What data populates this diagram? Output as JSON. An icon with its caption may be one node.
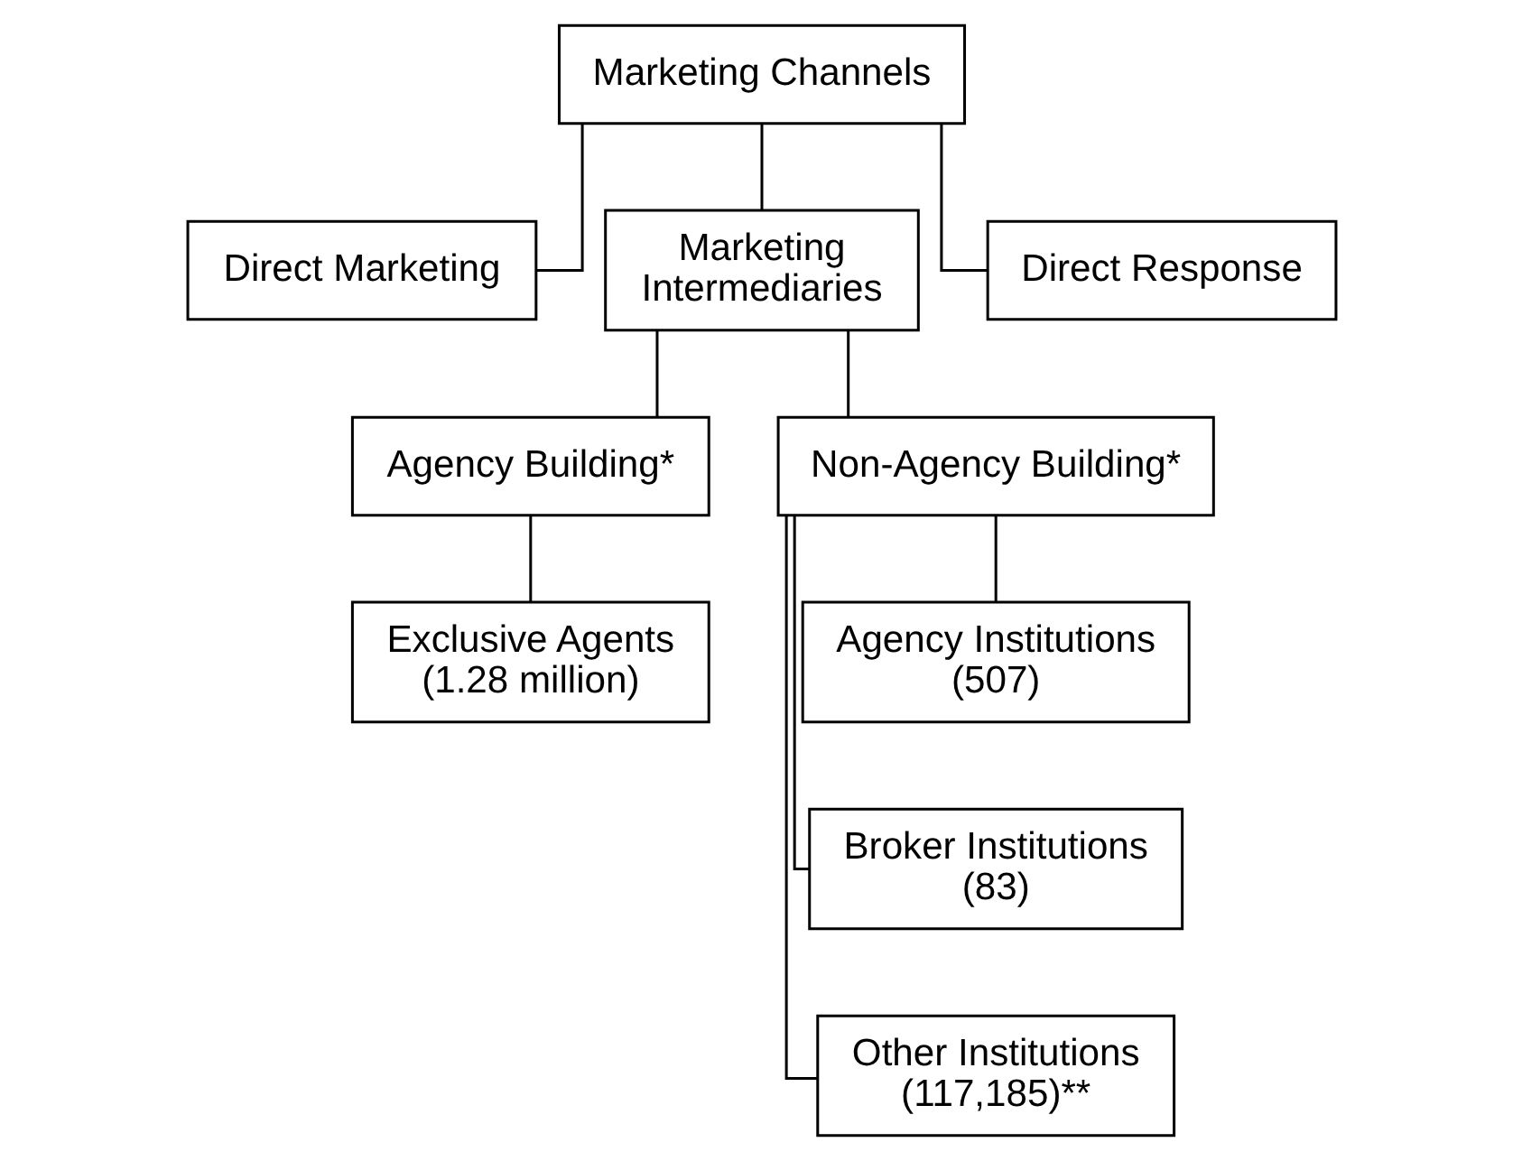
{
  "diagram": {
    "nodes": [
      {
        "text": [
          "Marketing Channels"
        ]
      },
      {
        "text": [
          "Direct Marketing"
        ]
      },
      {
        "text": [
          "Marketing Intermediaries"
        ]
      },
      {
        "text": [
          "Direct Response"
        ]
      },
      {
        "text": [
          "Agency Building*"
        ]
      },
      {
        "text": [
          "Non-Agency Building*"
        ]
      },
      {
        "text": [
          "Exclusive Agents (1.28 million)"
        ]
      },
      {
        "text": [
          "Agency Institutions (507)"
        ]
      },
      {
        "text": [
          "Broker Institutions (83)"
        ]
      },
      {
        "text": [
          "Other Institutions (117,185)**"
        ]
      }
    ],
    "edges": [
      {
        "from": 0,
        "to": 1,
        "arrow": "none"
      },
      {
        "from": 0,
        "to": 2,
        "arrow": "none"
      },
      {
        "from": 0,
        "to": 3,
        "arrow": "none"
      },
      {
        "from": 2,
        "to": 4,
        "arrow": "none"
      },
      {
        "from": 2,
        "to": 5,
        "arrow": "none"
      },
      {
        "from": 4,
        "to": 6,
        "arrow": "none"
      },
      {
        "from": 5,
        "to": 7,
        "arrow": "none"
      },
      {
        "from": 5,
        "to": 8,
        "arrow": "none"
      },
      {
        "from": 5,
        "to": 9,
        "arrow": "none"
      }
    ]
  }
}
